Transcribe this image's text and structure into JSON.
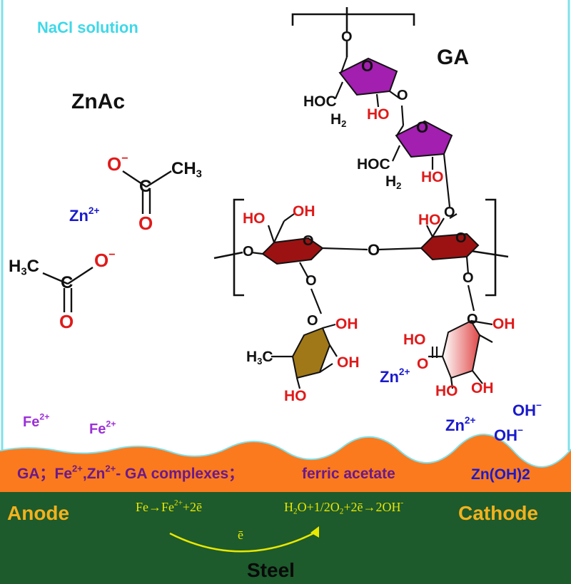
{
  "solution_label": "NaCl solution",
  "zinc_acetate": {
    "title": "ZnAc",
    "zn": "Zn",
    "zn_charge": "2+",
    "o_minus_top": "O",
    "minus": "−",
    "o_double_top": "O",
    "c": "C",
    "ch3": "CH",
    "ch3_sub": "3",
    "h3c": "H",
    "h3c_sub": "3",
    "h3c_c": "C",
    "o_minus_bottom": "O",
    "o_double_bottom": "O"
  },
  "gum_arabic": {
    "title": "GA",
    "o": "O",
    "ho": "HO",
    "oh": "OH",
    "hoc": "HOC",
    "h2": "H",
    "h2_sub": "2",
    "h3c": "H",
    "h3c_sub": "3",
    "h3c_c": "C"
  },
  "ions": {
    "fe": "Fe",
    "fe_charge": "2+",
    "zn": "Zn",
    "zn_charge": "2+",
    "oh": "OH",
    "oh_charge": "−"
  },
  "film_layer": {
    "text_ga": "GA；",
    "fe": "Fe",
    "fe_charge": "2+",
    "comma": ",",
    "zn": "Zn",
    "zn_charge": "2+",
    "complex_rest": "- GA complexes；",
    "acetate": "ferric acetate",
    "zn_oh2": "Zn(OH)2"
  },
  "steel": {
    "anode": "Anode",
    "cathode": "Cathode",
    "label": "Steel",
    "anode_reaction": {
      "a": "Fe→Fe",
      "b": "2+",
      "c": "+2ē"
    },
    "cathode_reaction": {
      "a": "H",
      "a_sub": "2",
      "b": "O+1/2O",
      "b_sub": "2",
      "c": "+2ē→2OH",
      "c_sup": "-"
    },
    "electron": "ē"
  },
  "colors": {
    "solution_border": "#7fe0ea",
    "film": "#fb7a1e",
    "steel": "#1d5a2c",
    "arrow": "#e8e800",
    "ring_purple": "#a21fb0",
    "ring_darkred": "#9c1212",
    "ring_gold": "#a07818",
    "ring_pink": "#ee8a8a"
  }
}
